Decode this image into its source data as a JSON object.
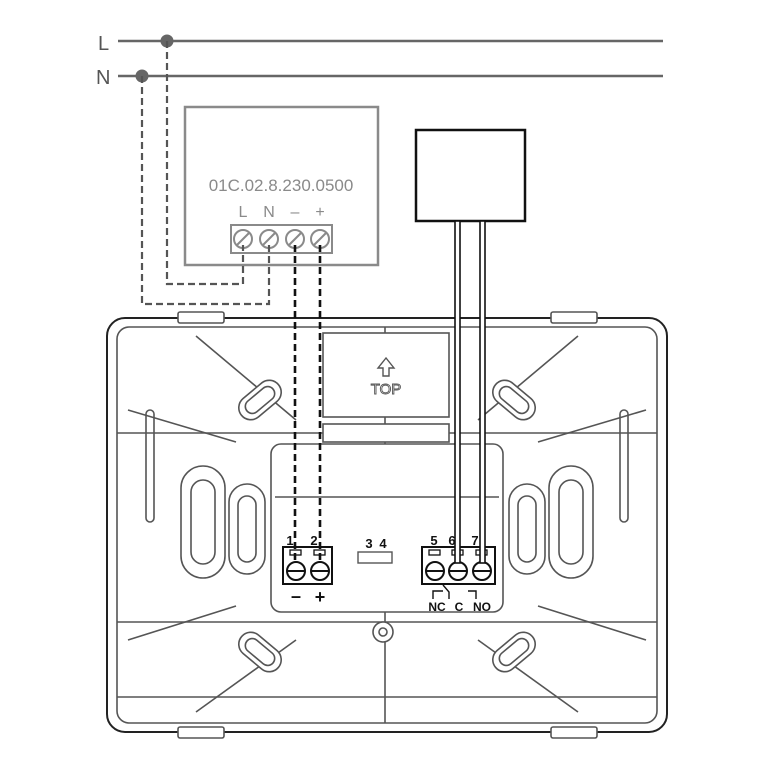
{
  "lines": {
    "live_label": "L",
    "neutral_label": "N"
  },
  "power_supply": {
    "model": "01C.02.8.230.0500",
    "terminal_labels": [
      "L",
      "N",
      "–",
      "+"
    ]
  },
  "device": {
    "top_mark": "TOP",
    "supply_terminals": {
      "t1": "1",
      "t2": "2",
      "minus": "–",
      "plus": "+"
    },
    "spare_terminals": {
      "t3": "3",
      "t4": "4"
    },
    "relay_terminals": {
      "t5": "5",
      "t6": "6",
      "t7": "7",
      "nc": "NC",
      "c": "C",
      "no": "NO"
    }
  },
  "colors": {
    "line": "#666666",
    "psu": "#8a8a8a",
    "device": "#555555",
    "wire": "#111111"
  },
  "icons": {
    "top_arrow": "up-arrow-icon",
    "terminal_screw": "screw-terminal-icon",
    "relay_symbol": "relay-contact-icon"
  }
}
